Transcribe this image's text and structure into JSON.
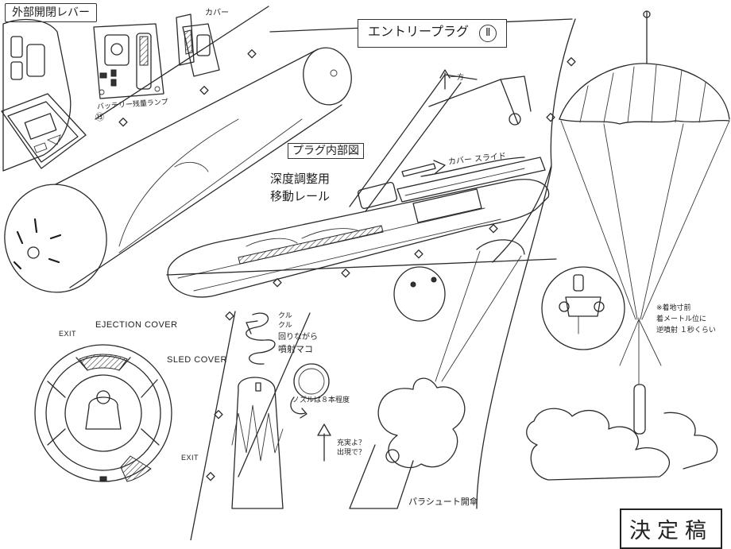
{
  "sheet": {
    "header_left": "外部開閉レバー",
    "title_box": "エントリープラグ",
    "title_numeral": "Ⅱ",
    "stamp": "決定稿"
  },
  "labels": {
    "cover_label": "カバー",
    "battery_lamp": "バッテリー残量ランプ",
    "battery_num": "⑬",
    "plug_interior": "プラグ内部図",
    "rail_line1": "深度調整用",
    "rail_line2": "移動レール",
    "arm_label": "一方",
    "cover_slide": "カバー スライド",
    "ejection_cover": "EJECTION COVER",
    "exit_top": "EXIT",
    "sled_cover": "SLED COVER",
    "exit_bottom": "EXIT",
    "spin_1": "クル",
    "spin_2": "クル",
    "spin_3": "回りながら",
    "spin_4": "噴射マコ",
    "nozzle_note": "ノズルは８本程度",
    "lift_1": "充実よ？",
    "lift_2": "出現で？",
    "parachute_open": "パラシュート開傘",
    "note_1": "※着地寸前",
    "note_2": "着メートル位に",
    "note_3": "逆噴射 １秒くらい"
  },
  "icons": [
    "arrow-up-icon",
    "arrow-right-icon",
    "spiral-arrow-icon",
    "curved-arrow-icon"
  ]
}
